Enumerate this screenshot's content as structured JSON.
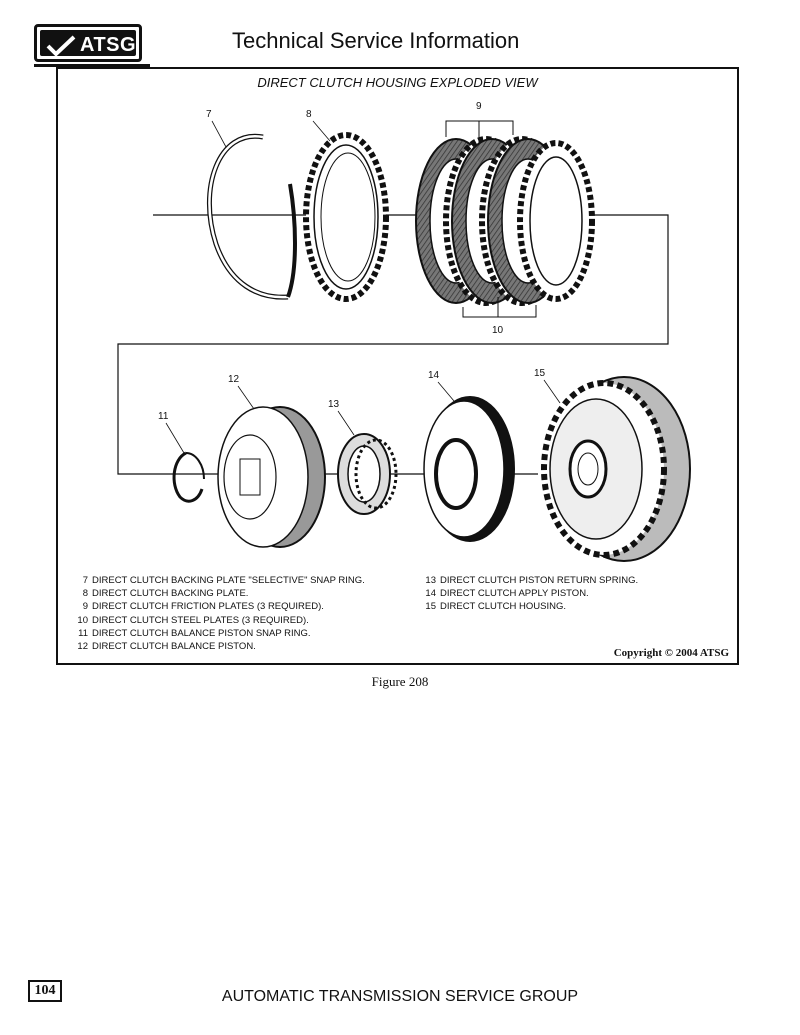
{
  "header": {
    "logo_text": "ATSG",
    "title": "Technical Service Information"
  },
  "figure": {
    "title": "DIRECT CLUTCH HOUSING EXPLODED VIEW",
    "caption": "Figure 208",
    "copyright": "Copyright © 2004 ATSG"
  },
  "callouts": [
    "7",
    "8",
    "9",
    "10",
    "11",
    "12",
    "13",
    "14",
    "15"
  ],
  "legend": {
    "left": [
      {
        "num": "7",
        "text": "DIRECT CLUTCH BACKING PLATE \"SELECTIVE\" SNAP RING."
      },
      {
        "num": "8",
        "text": "DIRECT CLUTCH BACKING PLATE."
      },
      {
        "num": "9",
        "text": "DIRECT CLUTCH FRICTION PLATES  (3 REQUIRED)."
      },
      {
        "num": "10",
        "text": "DIRECT CLUTCH STEEL PLATES  (3 REQUIRED)."
      },
      {
        "num": "11",
        "text": "DIRECT CLUTCH BALANCE PISTON SNAP RING."
      },
      {
        "num": "12",
        "text": "DIRECT CLUTCH BALANCE PISTON."
      }
    ],
    "right": [
      {
        "num": "13",
        "text": "DIRECT CLUTCH PISTON RETURN SPRING."
      },
      {
        "num": "14",
        "text": "DIRECT CLUTCH APPLY PISTON."
      },
      {
        "num": "15",
        "text": "DIRECT CLUTCH HOUSING."
      }
    ]
  },
  "footer": {
    "page_number": "104",
    "org": "AUTOMATIC TRANSMISSION SERVICE GROUP"
  }
}
